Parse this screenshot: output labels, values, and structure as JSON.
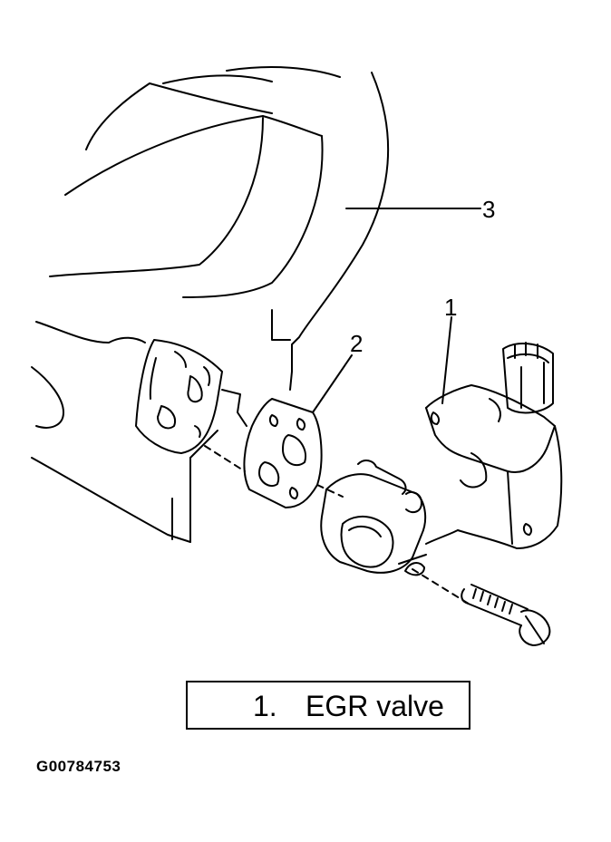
{
  "callouts": {
    "one": "1",
    "two": "2",
    "three": "3"
  },
  "legend": {
    "number": "1.",
    "label": "EGR valve"
  },
  "figure_id": "G00784753"
}
